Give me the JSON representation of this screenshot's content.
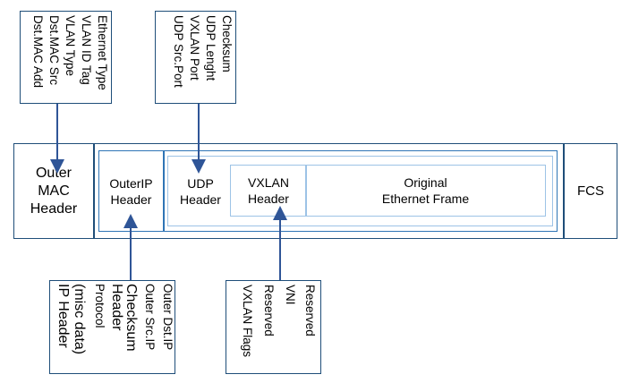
{
  "callouts": {
    "ethernet": [
      "Ethernet Type",
      "VLAN ID Tag",
      "VLAN Type",
      "Dst.MAC Src",
      "Dst.MAC Add"
    ],
    "udp": [
      "Checksum",
      "UDP Lenght",
      "VXLAN Port",
      "UDP Src.Port"
    ],
    "ip": [
      "IP Header",
      "(misc data)",
      "Protocol",
      "Header",
      "Checksum",
      "Outer Src.IP",
      "Outer Dst.IP"
    ],
    "vxlan": [
      "VXLAN Flags",
      "Reserved",
      "VNI",
      "Reserved"
    ]
  },
  "frame": {
    "outer_mac": [
      "Outer",
      "MAC",
      "Header"
    ],
    "outer_ip": [
      "OuterIP",
      "Header"
    ],
    "udp": [
      "UDP",
      "Header"
    ],
    "vxlan": [
      "VXLAN",
      "Header"
    ],
    "original": [
      "Original",
      "Ethernet Frame"
    ],
    "fcs": "FCS"
  },
  "colors": {
    "border_dark": "#1f4e79",
    "border_mid": "#2e75b6",
    "border_light": "#9dc3e6",
    "arrow": "#2f5597"
  }
}
